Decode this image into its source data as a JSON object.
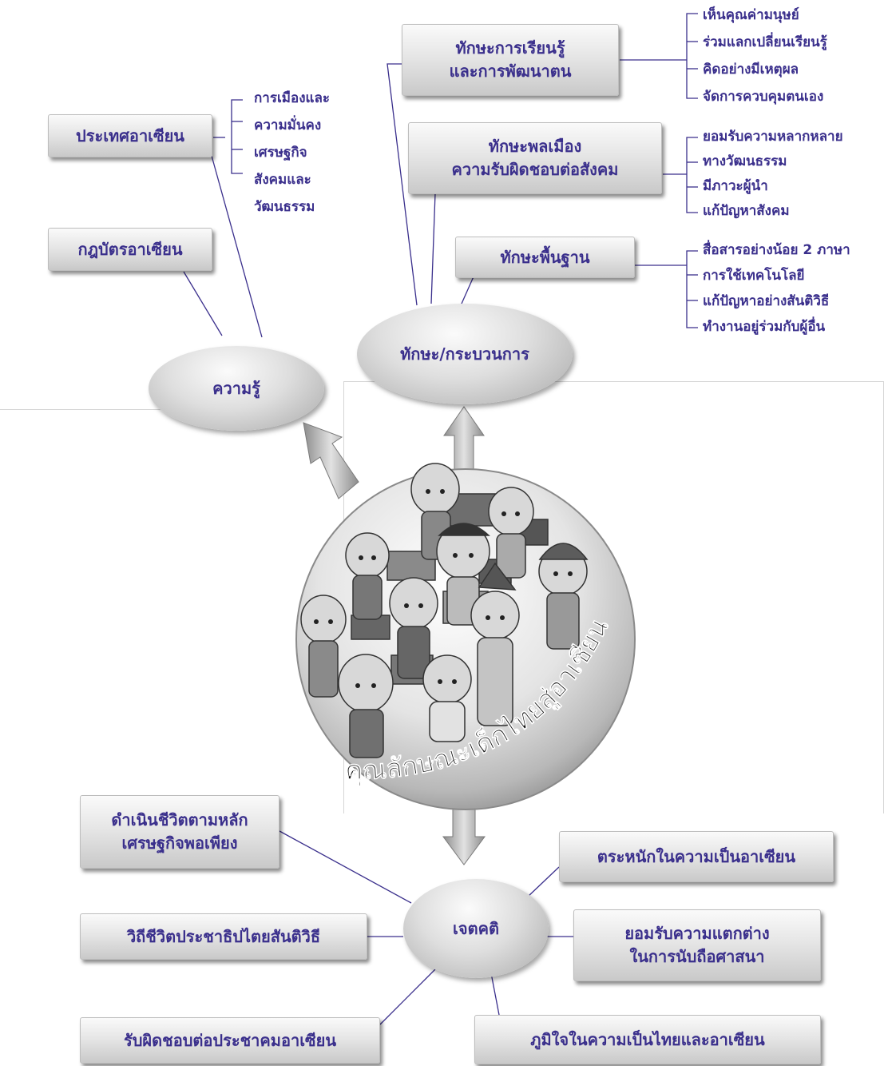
{
  "center": {
    "title": "คุณลักษณะเด็กไทยสู่อาเซียน"
  },
  "knowledge": {
    "label": "ความรู้",
    "boxes": [
      "ประเทศอาเซียน",
      "กฎบัตรอาเซียน"
    ],
    "country_items": [
      "การเมืองและ",
      "ความมั่นคง",
      "เศรษฐกิจ",
      "สังคมและ",
      "วัฒนธรรม"
    ]
  },
  "skills": {
    "label": "ทักษะ/กระบวนการ",
    "learning": {
      "line1": "ทักษะการเรียนรู้",
      "line2": "และการพัฒนาตน",
      "items": [
        "เห็นคุณค่ามนุษย์",
        "ร่วมแลกเปลี่ยนเรียนรู้",
        "คิดอย่างมีเหตุผล",
        "จัดการควบคุมตนเอง"
      ]
    },
    "citizen": {
      "line1": "ทักษะพลเมือง",
      "line2": "ความรับผิดชอบต่อสังคม",
      "items": [
        "ยอมรับความหลากหลาย",
        "ทางวัฒนธรรม",
        "มีภาวะผู้นำ",
        "แก้ปัญหาสังคม"
      ]
    },
    "basic": {
      "label": "ทักษะพื้นฐาน",
      "items": [
        "สื่อสารอย่างน้อย 2 ภาษา",
        "การใช้เทคโนโลยี",
        "แก้ปัญหาอย่างสันติวิธี",
        "ทำงานอยู่ร่วมกับผู้อื่น"
      ]
    }
  },
  "attitude": {
    "label": "เจตคติ",
    "sufficiency": {
      "line1": "ดำเนินชีวิตตามหลัก",
      "line2": "เศรษฐกิจพอเพียง"
    },
    "democracy": "วิถีชีวิตประชาธิปไตยสันติวิธี",
    "responsibility": "รับผิดชอบต่อประชาคมอาเซียน",
    "awareness": "ตระหนักในความเป็นอาเซียน",
    "religion": {
      "line1": "ยอมรับความแตกต่าง",
      "line2": "ในการนับถือศาสนา"
    },
    "pride": "ภูมิใจในความเป็นไทยและอาเซียน"
  },
  "colors": {
    "text": "#3a2f8c",
    "line": "#3a2f8c",
    "box": "#e6e6e6"
  }
}
